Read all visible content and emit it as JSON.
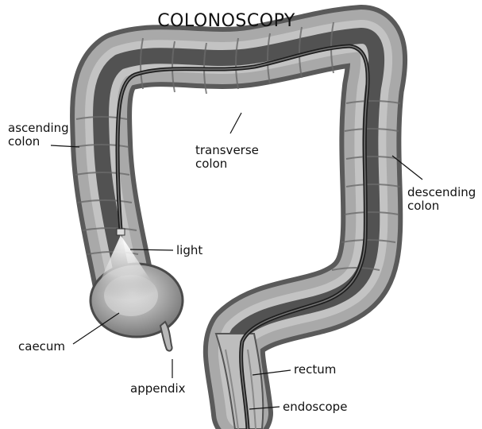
{
  "title": "COLONOSCOPY",
  "labels": {
    "ascending_colon": "ascending\ncolon",
    "transverse_colon": "transverse\ncolon",
    "descending_colon": "descending\ncolon",
    "light": "light",
    "caecum": "caecum",
    "appendix": "appendix",
    "rectum": "rectum",
    "endoscope": "endoscope"
  },
  "colors": {
    "tissue_dark": "#555555",
    "tissue_mid": "#8a8a8a",
    "tissue_light": "#c4c4c4",
    "lumen": "#3c3c3c",
    "endoscope": "#222222",
    "leader_line": "#111111"
  }
}
